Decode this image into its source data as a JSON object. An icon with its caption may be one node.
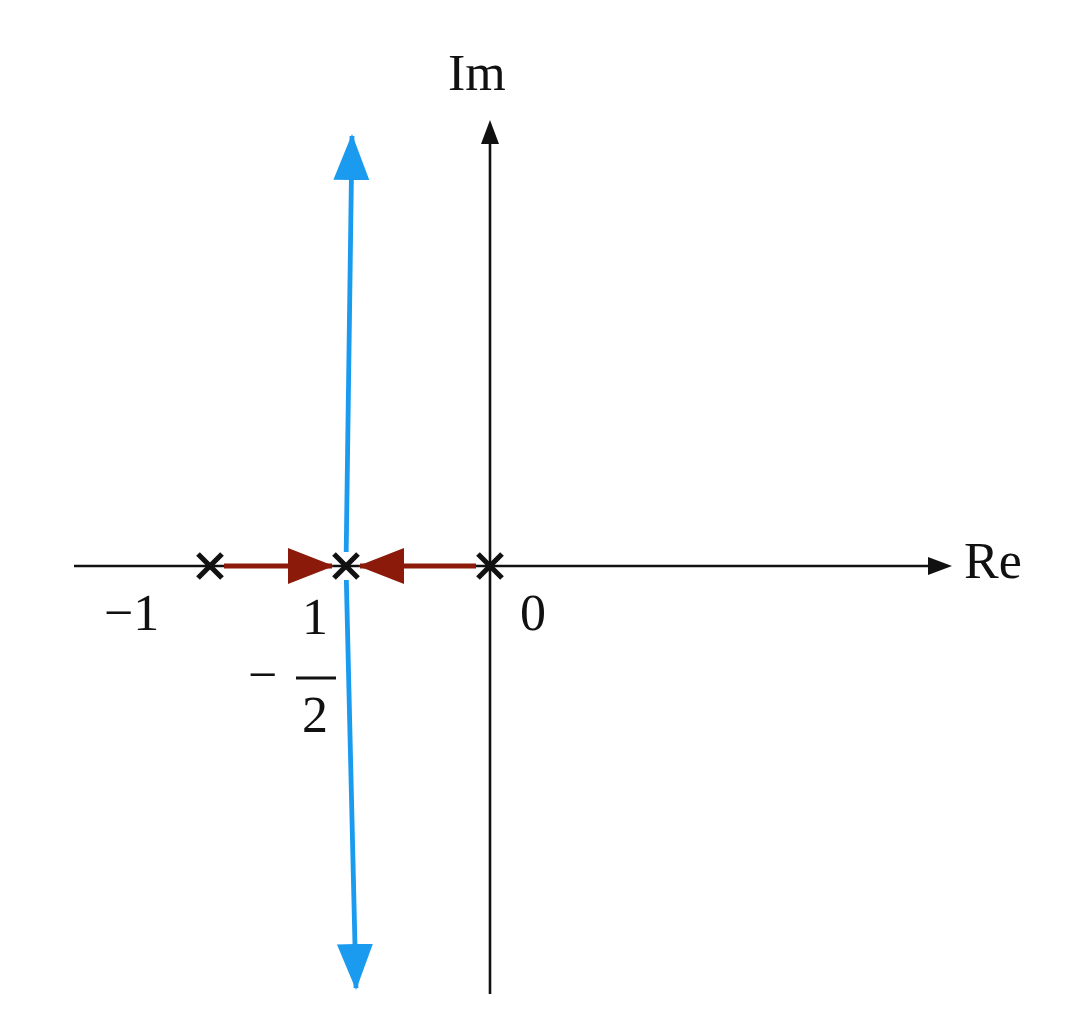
{
  "diagram": {
    "nodes": [
      {
        "text": [],
        "shape": "cross",
        "beside": [
          "−1"
        ]
      },
      {
        "text": [],
        "shape": "cross",
        "beside": [
          "−",
          "1",
          "2"
        ]
      },
      {
        "text": [],
        "shape": "cross",
        "beside": [
          "0"
        ]
      }
    ],
    "edges": [
      {
        "from": 0,
        "to": 1,
        "arrow": "to",
        "color": "#8b1a0a"
      },
      {
        "from": 2,
        "to": 1,
        "arrow": "to",
        "color": "#8b1a0a"
      },
      {
        "from": 1,
        "to": null,
        "arrow": "to",
        "color": "#1a9bf0"
      },
      {
        "from": 1,
        "to": null,
        "arrow": "to",
        "color": "#1a9bf0"
      }
    ],
    "labels": [
      "Im",
      "Re"
    ]
  }
}
